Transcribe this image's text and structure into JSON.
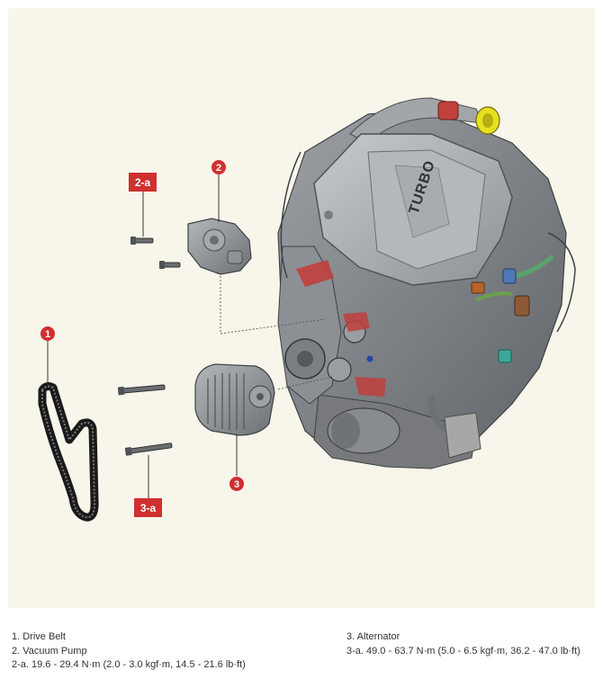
{
  "callouts": {
    "c1": "1",
    "c2": "2",
    "c3": "3",
    "c2a": "2-a",
    "c3a": "3-a"
  },
  "engine_label": "TURBO",
  "legend": {
    "left": [
      "1. Drive Belt",
      "2. Vacuum Pump",
      "2-a. 19.6 - 29.4 N·m (2.0 - 3.0 kgf·m, 14.5 - 21.6 lb·ft)"
    ],
    "right": [
      "3. Alternator",
      "3-a. 49.0 - 63.7 N·m (5.0 - 6.5 kgf·m, 36.2 - 47.0 lb·ft)"
    ]
  },
  "colors": {
    "background": "#f8f6ea",
    "callout_red": "#d0302f",
    "engine_gray": "#8d9196",
    "belt_black": "#1a1a1a",
    "turbo_yellow": "#e8e020",
    "hose_blue": "#4f78b5",
    "connector_teal": "#3aa89a",
    "part_orange": "#b8632c",
    "bracket_red": "#c0403c"
  }
}
